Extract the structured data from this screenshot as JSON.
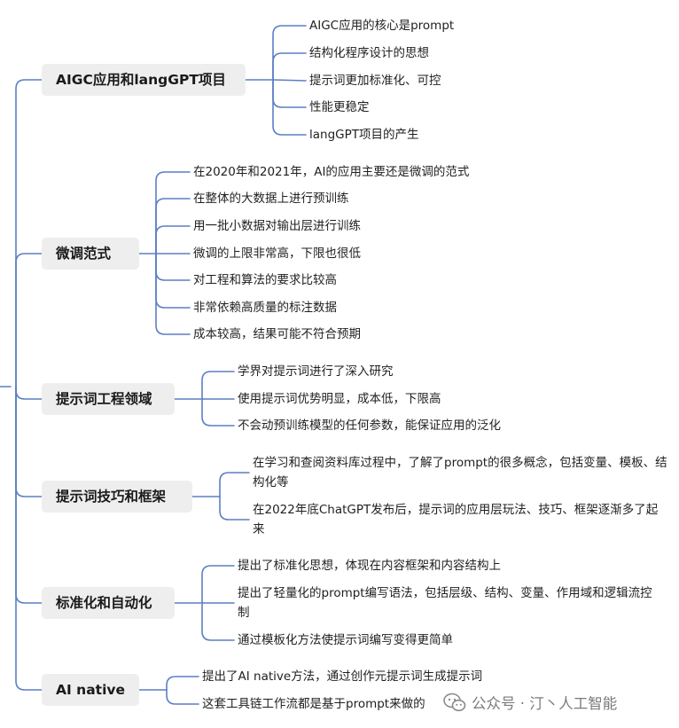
{
  "branches": [
    {
      "title": "AIGC应用和langGPT项目",
      "items": [
        "AIGC应用的核心是prompt",
        "结构化程序设计的思想",
        "提示词更加标准化、可控",
        "性能更稳定",
        "langGPT项目的产生"
      ]
    },
    {
      "title": "微调范式",
      "items": [
        "在2020年和2021年，AI的应用主要还是微调的范式",
        "在整体的大数据上进行预训练",
        "用一批小数据对输出层进行训练",
        "微调的上限非常高，下限也很低",
        "对工程和算法的要求比较高",
        "非常依赖高质量的标注数据",
        "成本较高，结果可能不符合预期"
      ]
    },
    {
      "title": "提示词工程领域",
      "items": [
        "学界对提示词进行了深入研究",
        "使用提示词优势明显，成本低，下限高",
        "不会动预训练模型的任何参数，能保证应用的泛化"
      ]
    },
    {
      "title": "提示词技巧和框架",
      "items": [
        "在学习和查阅资料库过程中，了解了prompt的很多概念，包括变量、模板、结构化等",
        "在2022年底ChatGPT发布后，提示词的应用层玩法、技巧、框架逐渐多了起来"
      ]
    },
    {
      "title": "标准化和自动化",
      "items": [
        "提出了标准化思想，体现在内容框架和内容结构上",
        "提出了轻量化的prompt编写语法，包括层级、结构、变量、作用域和逻辑流控制",
        "通过模板化方法使提示词编写变得更简单"
      ]
    },
    {
      "title": "AI native",
      "items": [
        "提出了AI native方法，通过创作元提示词生成提示词",
        "这套工具链工作流都是基于prompt来做的"
      ]
    }
  ],
  "watermark": {
    "text": "公众号 · 汀丶人工智能",
    "icon": "wechat-icon"
  },
  "colors": {
    "line": "#5b7fc4",
    "node_bg": "#eeeeee",
    "text": "#1f1f1f",
    "watermark": "#7a7a7a"
  }
}
